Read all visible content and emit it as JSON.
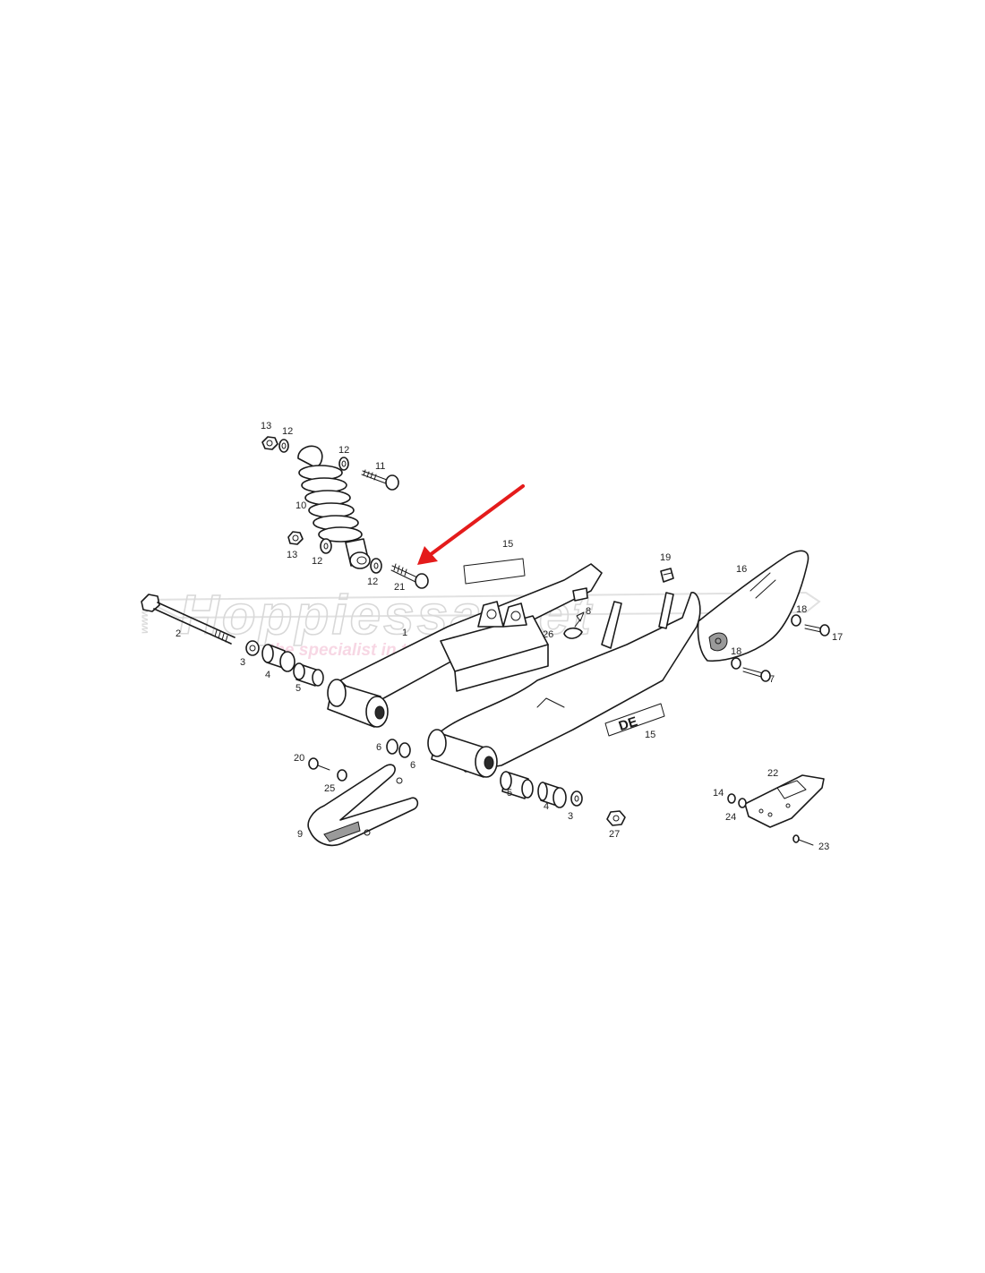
{
  "watermark": {
    "brand": "Hoppiessa.net",
    "tagline": "the specialist in trial",
    "prefix": "www"
  },
  "decal_text": "DE",
  "highlight_color": "#e41b1b",
  "callouts": [
    {
      "id": "c13a",
      "text": "13"
    },
    {
      "id": "c12a",
      "text": "12"
    },
    {
      "id": "c12b",
      "text": "12"
    },
    {
      "id": "c11",
      "text": "11"
    },
    {
      "id": "c10",
      "text": "10"
    },
    {
      "id": "c13b",
      "text": "13"
    },
    {
      "id": "c12c",
      "text": "12"
    },
    {
      "id": "c12d",
      "text": "12"
    },
    {
      "id": "c21",
      "text": "21"
    },
    {
      "id": "c15a",
      "text": "15"
    },
    {
      "id": "c19",
      "text": "19"
    },
    {
      "id": "c16",
      "text": "16"
    },
    {
      "id": "c8",
      "text": "8"
    },
    {
      "id": "c26",
      "text": "26"
    },
    {
      "id": "c1",
      "text": "1"
    },
    {
      "id": "c2",
      "text": "2"
    },
    {
      "id": "c3a",
      "text": "3"
    },
    {
      "id": "c4a",
      "text": "4"
    },
    {
      "id": "c5a",
      "text": "5"
    },
    {
      "id": "c18a",
      "text": "18"
    },
    {
      "id": "c17",
      "text": "17"
    },
    {
      "id": "c18b",
      "text": "18"
    },
    {
      "id": "c7",
      "text": "7"
    },
    {
      "id": "c15b",
      "text": "15"
    },
    {
      "id": "c6a",
      "text": "6"
    },
    {
      "id": "c6b",
      "text": "6"
    },
    {
      "id": "c20",
      "text": "20"
    },
    {
      "id": "c25",
      "text": "25"
    },
    {
      "id": "c9",
      "text": "9"
    },
    {
      "id": "c5b",
      "text": "5"
    },
    {
      "id": "c4b",
      "text": "4"
    },
    {
      "id": "c3b",
      "text": "3"
    },
    {
      "id": "c27",
      "text": "27"
    },
    {
      "id": "c22",
      "text": "22"
    },
    {
      "id": "c14",
      "text": "14"
    },
    {
      "id": "c24",
      "text": "24"
    },
    {
      "id": "c23",
      "text": "23"
    }
  ]
}
